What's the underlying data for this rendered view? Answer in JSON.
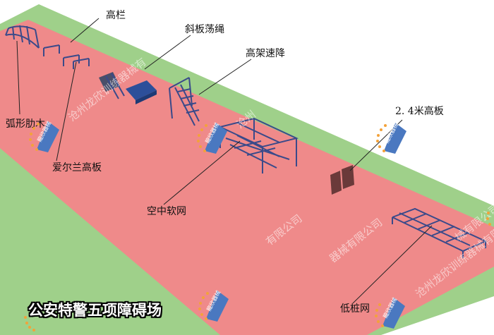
{
  "title": "公安特警五项障碍场",
  "labels": {
    "high_fence": "高栏",
    "slant_board_rope": "斜板荡绳",
    "elevated_descent": "高架速降",
    "arc_ribs": "弧形肋木",
    "irish_wall": "爱尔兰高板",
    "aerial_net": "空中软网",
    "wall_24m": "2. 4米高板",
    "low_pile_net": "低桩网"
  },
  "watermark": {
    "company_text_1": "沧州龙欣训练器械有",
    "company_text_2": "沧州",
    "company_text_3": "有限公司",
    "company_text_4": "器械有限公司",
    "company_text_5": "沧州龙欣训练器械有限公司",
    "company_text_6": "械有限公司",
    "brand_text": "龍欣器械"
  },
  "colors": {
    "grass": "#9fd08a",
    "track": "#ef8a8a",
    "equipment": "#3a4a8a",
    "leader_line": "#222222"
  }
}
